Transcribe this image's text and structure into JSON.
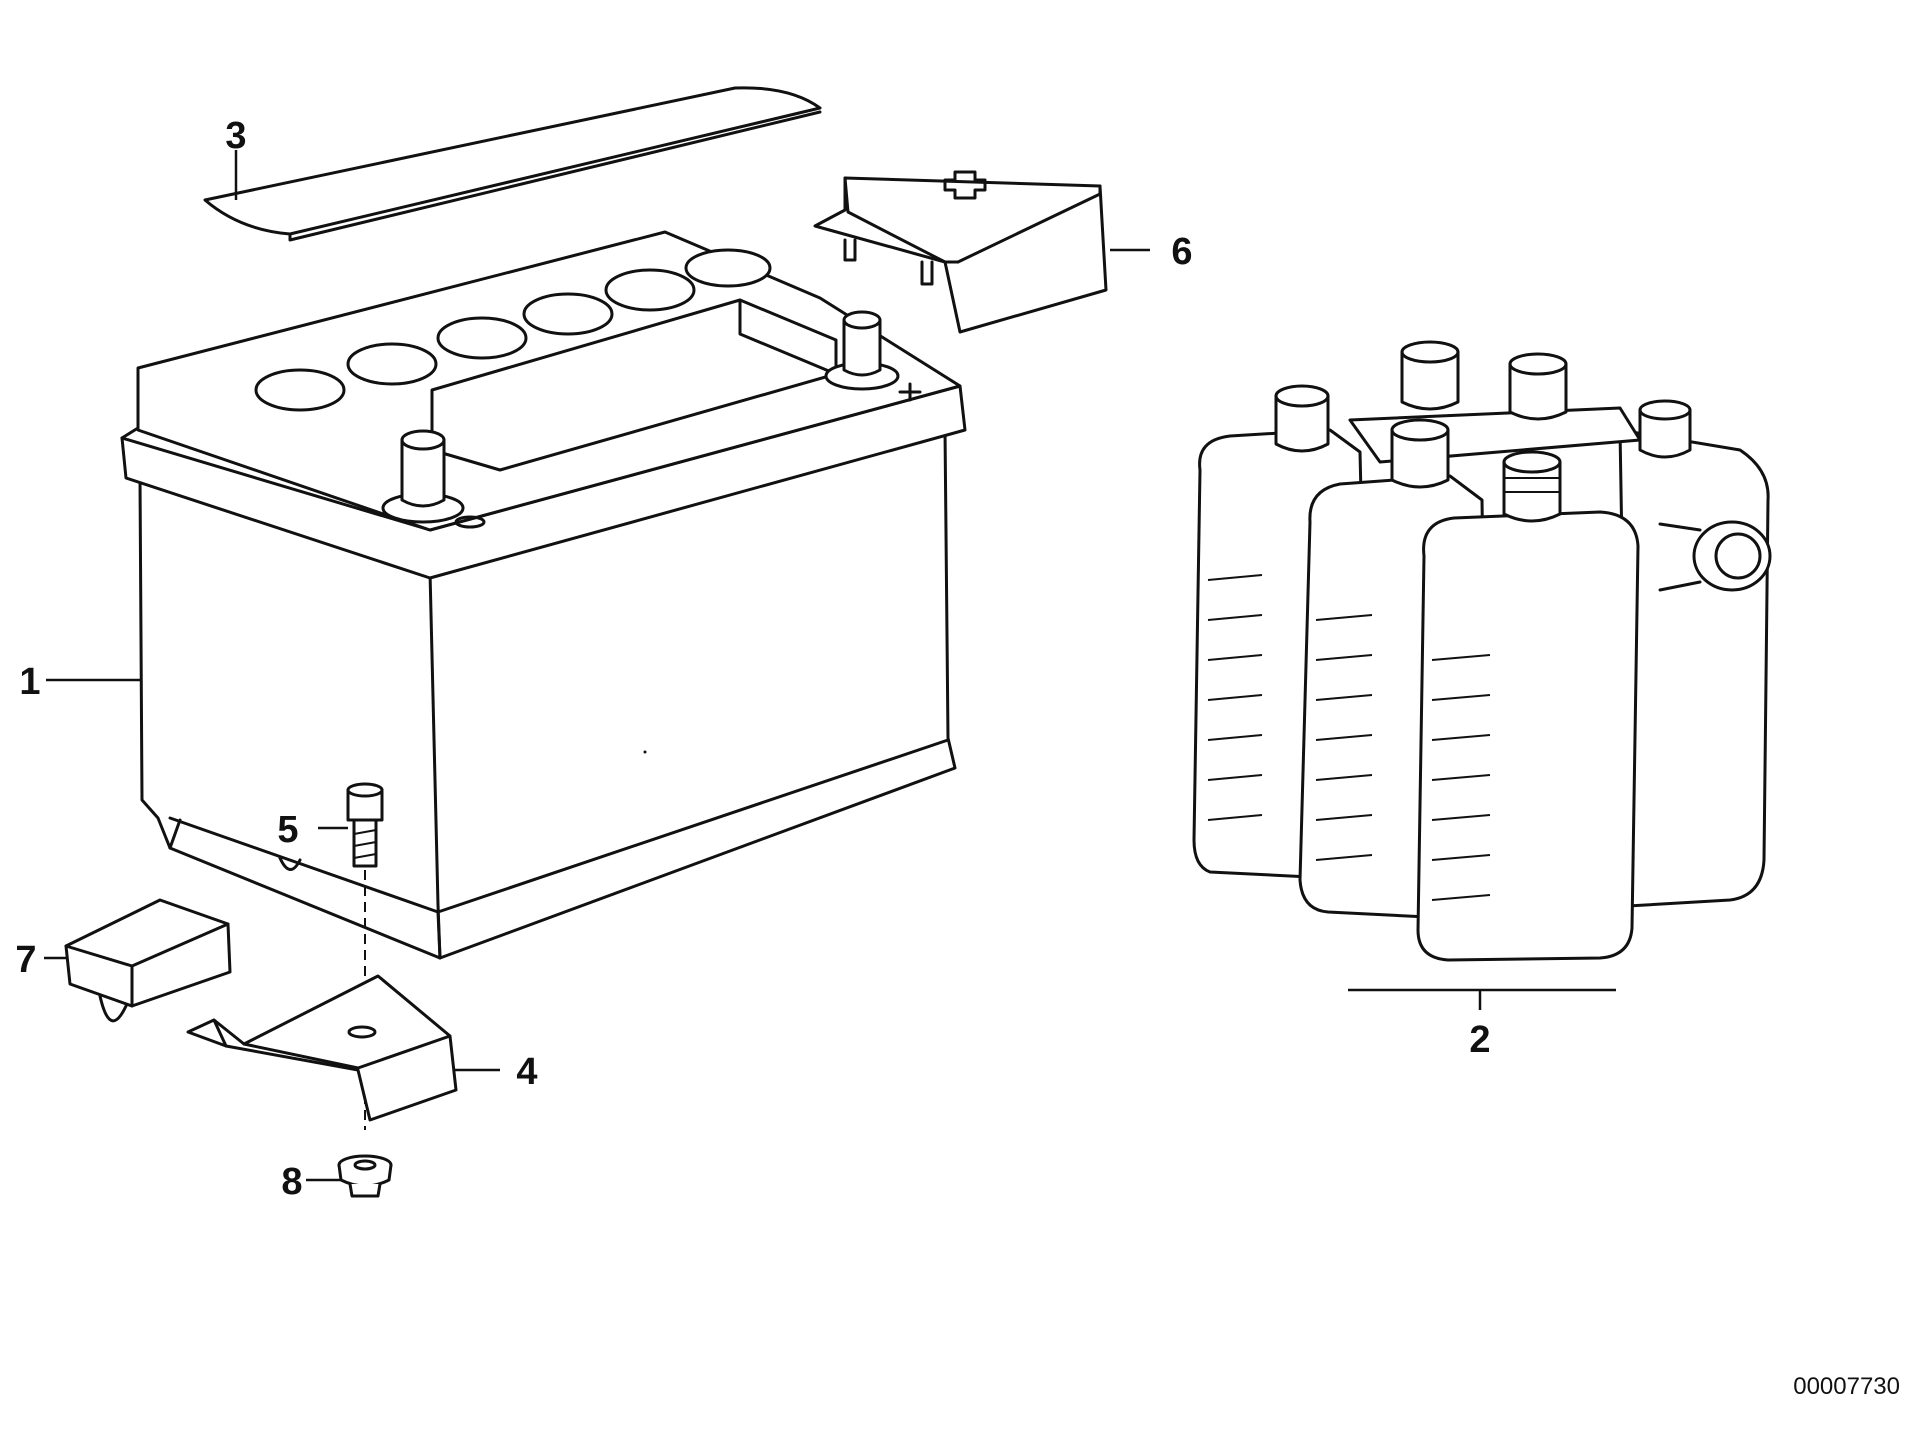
{
  "diagram": {
    "callouts": [
      {
        "id": "1",
        "text": "1",
        "part": "battery"
      },
      {
        "id": "2",
        "text": "2",
        "part": "electrolyte-bottles"
      },
      {
        "id": "3",
        "text": "3",
        "part": "battery-cover-strip"
      },
      {
        "id": "4",
        "text": "4",
        "part": "hold-down-bracket"
      },
      {
        "id": "5",
        "text": "5",
        "part": "bolt"
      },
      {
        "id": "6",
        "text": "6",
        "part": "positive-terminal-cover"
      },
      {
        "id": "7",
        "text": "7",
        "part": "rubber-pad"
      },
      {
        "id": "8",
        "text": "8",
        "part": "nut"
      }
    ],
    "figure_number": "00007730"
  }
}
